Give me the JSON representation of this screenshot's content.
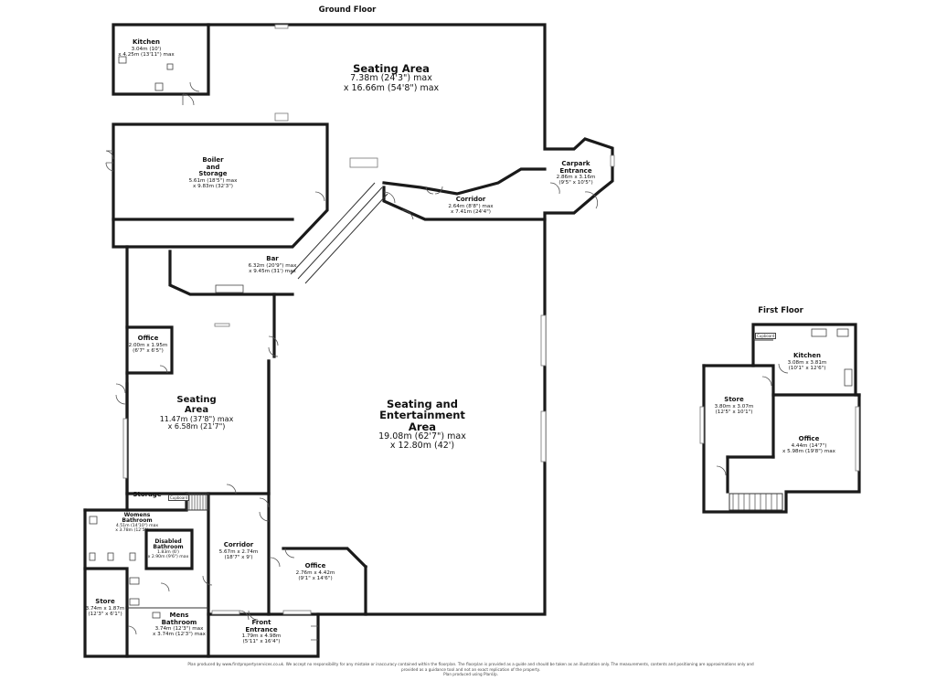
{
  "floors": {
    "ground": "Ground Floor",
    "first": "First Floor"
  },
  "rooms": {
    "seating_top": {
      "name": "Seating Area",
      "dims": "7.38m (24'3\") max",
      "dims2": "x 16.66m (54'8\") max"
    },
    "kitchen_gf": {
      "name": "Kitchen",
      "dims": "3.04m (10')",
      "dims2": "x 4.25m (13'11\") max"
    },
    "boiler": {
      "name": "Boiler and Storage",
      "dims": "5.61m (18'5\") max",
      "dims2": "x 9.83m (32'3\")"
    },
    "carpark": {
      "name": "Carpark Entrance",
      "dims": "2.86m x 3.16m",
      "dims2": "(9'5\" x 10'5\")"
    },
    "corridor_top": {
      "name": "Corridor",
      "dims": "2.64m (8'8\") max",
      "dims2": "x 7.41m (24'4\")"
    },
    "bar": {
      "name": "Bar",
      "dims": "6.32m (20'9\") max",
      "dims2": "x 9.45m (31') max"
    },
    "office_left": {
      "name": "Office",
      "dims": "2.00m x 1.95m",
      "dims2": "(6'7\" x 6'5\")"
    },
    "seating_left": {
      "name": "Seating Area",
      "dims": "11.47m (37'8\") max",
      "dims2": "x 6.58m (21'7\")"
    },
    "seating_ent": {
      "name": "Seating and Entertainment Area",
      "dims": "19.08m (62'7\") max",
      "dims2": "x 12.80m (42')"
    },
    "storage": {
      "name": "Storage"
    },
    "womens": {
      "name": "Womens Bathroom",
      "dims": "4.51m (14'10\") max",
      "dims2": "x 3.78m (12'5\") max"
    },
    "disabled": {
      "name": "Disabled Bathroom",
      "dims": "1.83m (6')",
      "dims2": "x 2.90m (9'6\") max"
    },
    "corridor_bottom": {
      "name": "Corridor",
      "dims": "5.67m x 2.74m",
      "dims2": "(18'7\" x 9')"
    },
    "office_bottom": {
      "name": "Office",
      "dims": "2.76m x 4.42m",
      "dims2": "(9'1\" x 14'6\")"
    },
    "store_gf": {
      "name": "Store",
      "dims": "3.74m x 1.87m",
      "dims2": "(12'3\" x 6'1\")"
    },
    "mens": {
      "name": "Mens Bathroom",
      "dims": "3.74m (12'3\") max",
      "dims2": "x 3.74m (12'3\") max"
    },
    "front": {
      "name": "Front Entrance",
      "dims": "1.79m x 4.98m",
      "dims2": "(5'11\" x 16'4\")"
    },
    "kitchen_ff": {
      "name": "Kitchen",
      "dims": "3.08m x 3.81m",
      "dims2": "(10'1\" x 12'6\")"
    },
    "store_ff": {
      "name": "Store",
      "dims": "3.80m x 3.07m",
      "dims2": "(12'5\" x 10'1\")"
    },
    "office_ff": {
      "name": "Office",
      "dims": "4.44m (14'7\")",
      "dims2": "x 5.98m (19'8\") max"
    }
  },
  "tags": {
    "cupboard": "Cupboard",
    "cupboard2": "Cupboard"
  },
  "footer": {
    "line1": "Plan produced by www.firstpropertyservices.co.uk. We accept no responsibility for any mistake or inaccuracy contained within the floorplan. The floorplan is provided as a guide and should be taken as an illustration only. The measurements, contents and positioning are approximations only and",
    "line2": "provided as a guidance tool and not an exact replication of the property.",
    "line3": "Plan produced using PlanUp."
  }
}
